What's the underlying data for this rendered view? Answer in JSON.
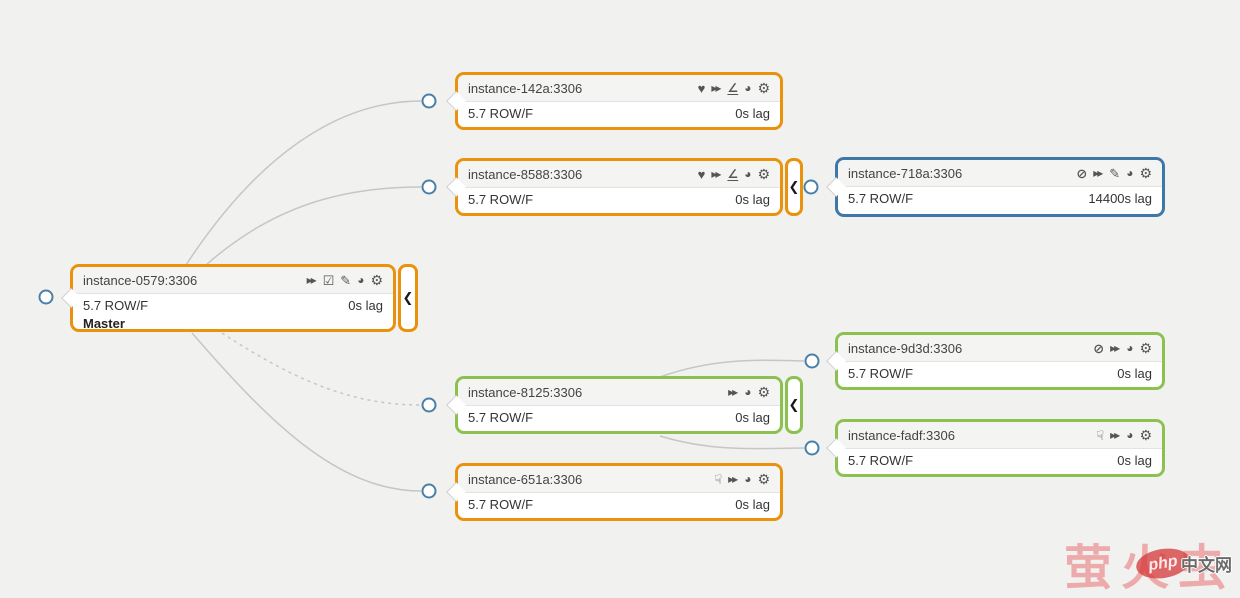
{
  "palette": {
    "orange": "#E8920E",
    "green": "#8CC152",
    "blue": "#3D78A7",
    "line": "#C6C6C6",
    "connector_ring": "#4A7FA8",
    "icon": "#555555",
    "background": "#F1F1F0"
  },
  "ui": {
    "collapse_glyph": "❮"
  },
  "nodes": [
    {
      "id": "instance-0579",
      "title": "instance-0579:3306",
      "version": "5.7 ROW/F",
      "lag": "0s lag",
      "role": "Master",
      "status_color": "orange",
      "icons": [
        {
          "name": "fast-forward-icon",
          "glyph": "▸▸"
        },
        {
          "name": "check-icon",
          "glyph": "☑"
        },
        {
          "name": "pencil-icon",
          "glyph": "✎"
        },
        {
          "name": "globe-icon",
          "glyph": "◕"
        },
        {
          "name": "gear-icon",
          "glyph": "⚙"
        }
      ]
    },
    {
      "id": "instance-142a",
      "title": "instance-142a:3306",
      "version": "5.7 ROW/F",
      "lag": "0s lag",
      "status_color": "orange",
      "icons": [
        {
          "name": "heart-icon",
          "glyph": "♥"
        },
        {
          "name": "fast-forward-icon",
          "glyph": "▸▸"
        },
        {
          "name": "trend-icon",
          "glyph": "∠"
        },
        {
          "name": "globe-icon",
          "glyph": "◕"
        },
        {
          "name": "gear-icon",
          "glyph": "⚙"
        }
      ]
    },
    {
      "id": "instance-8588",
      "title": "instance-8588:3306",
      "version": "5.7 ROW/F",
      "lag": "0s lag",
      "status_color": "orange",
      "icons": [
        {
          "name": "heart-icon",
          "glyph": "♥"
        },
        {
          "name": "fast-forward-icon",
          "glyph": "▸▸"
        },
        {
          "name": "trend-icon",
          "glyph": "∠"
        },
        {
          "name": "globe-icon",
          "glyph": "◕"
        },
        {
          "name": "gear-icon",
          "glyph": "⚙"
        }
      ]
    },
    {
      "id": "instance-718a",
      "title": "instance-718a:3306",
      "version": "5.7 ROW/F",
      "lag": "14400s lag",
      "status_color": "blue",
      "icons": [
        {
          "name": "ban-icon",
          "glyph": "⊘"
        },
        {
          "name": "fast-forward-icon",
          "glyph": "▸▸"
        },
        {
          "name": "pencil-icon",
          "glyph": "✎"
        },
        {
          "name": "globe-icon",
          "glyph": "◕"
        },
        {
          "name": "gear-icon",
          "glyph": "⚙"
        }
      ]
    },
    {
      "id": "instance-8125",
      "title": "instance-8125:3306",
      "version": "5.7 ROW/F",
      "lag": "0s lag",
      "status_color": "green",
      "icons": [
        {
          "name": "fast-forward-icon",
          "glyph": "▸▸"
        },
        {
          "name": "globe-icon",
          "glyph": "◕"
        },
        {
          "name": "gear-icon",
          "glyph": "⚙"
        }
      ]
    },
    {
      "id": "instance-9d3d",
      "title": "instance-9d3d:3306",
      "version": "5.7 ROW/F",
      "lag": "0s lag",
      "status_color": "green",
      "icons": [
        {
          "name": "ban-icon",
          "glyph": "⊘"
        },
        {
          "name": "fast-forward-icon",
          "glyph": "▸▸"
        },
        {
          "name": "globe-icon",
          "glyph": "◕"
        },
        {
          "name": "gear-icon",
          "glyph": "⚙"
        }
      ]
    },
    {
      "id": "instance-fadf",
      "title": "instance-fadf:3306",
      "version": "5.7 ROW/F",
      "lag": "0s lag",
      "status_color": "green",
      "icons": [
        {
          "name": "thumbs-down-icon",
          "glyph": "☟"
        },
        {
          "name": "fast-forward-icon",
          "glyph": "▸▸"
        },
        {
          "name": "globe-icon",
          "glyph": "◕"
        },
        {
          "name": "gear-icon",
          "glyph": "⚙"
        }
      ]
    },
    {
      "id": "instance-651a",
      "title": "instance-651a:3306",
      "version": "5.7 ROW/F",
      "lag": "0s lag",
      "status_color": "orange",
      "icons": [
        {
          "name": "thumbs-down-icon",
          "glyph": "☟"
        },
        {
          "name": "fast-forward-icon",
          "glyph": "▸▸"
        },
        {
          "name": "globe-icon",
          "glyph": "◕"
        },
        {
          "name": "gear-icon",
          "glyph": "⚙"
        }
      ]
    }
  ],
  "watermark": {
    "text": "萤火虫",
    "logo": "php",
    "suffix": "中文网"
  }
}
